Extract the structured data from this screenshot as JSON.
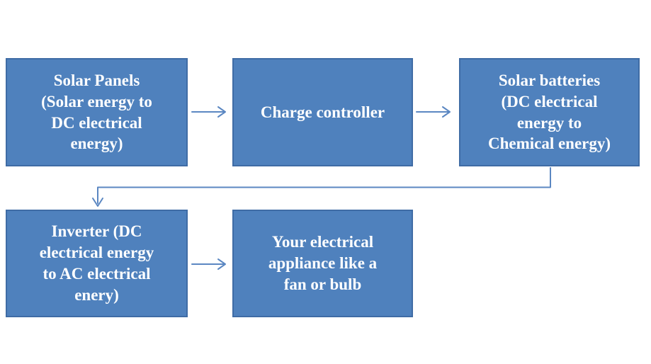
{
  "diagram": {
    "type": "flowchart",
    "background": "#ffffff",
    "colors": {
      "node_fill": "#4f81bd",
      "node_border": "#3f6ca5",
      "node_text": "#ffffff",
      "connector": "#5b87c2"
    },
    "nodes": [
      {
        "id": "solar-panels",
        "label": "Solar Panels\n(Solar energy to\nDC electrical\nenergy)"
      },
      {
        "id": "charge-controller",
        "label": "Charge controller"
      },
      {
        "id": "solar-batteries",
        "label": "Solar batteries\n(DC electrical\nenergy to\nChemical energy)"
      },
      {
        "id": "inverter",
        "label": "Inverter (DC\nelectrical energy\nto AC electrical\nenery)"
      },
      {
        "id": "appliance",
        "label": "Your electrical\nappliance like a\nfan or bulb"
      }
    ],
    "edges": [
      {
        "from": "solar-panels",
        "to": "charge-controller",
        "style": "straight-right"
      },
      {
        "from": "charge-controller",
        "to": "solar-batteries",
        "style": "straight-right"
      },
      {
        "from": "solar-batteries",
        "to": "inverter",
        "style": "elbow-down-left-down"
      },
      {
        "from": "inverter",
        "to": "appliance",
        "style": "straight-right"
      }
    ]
  }
}
